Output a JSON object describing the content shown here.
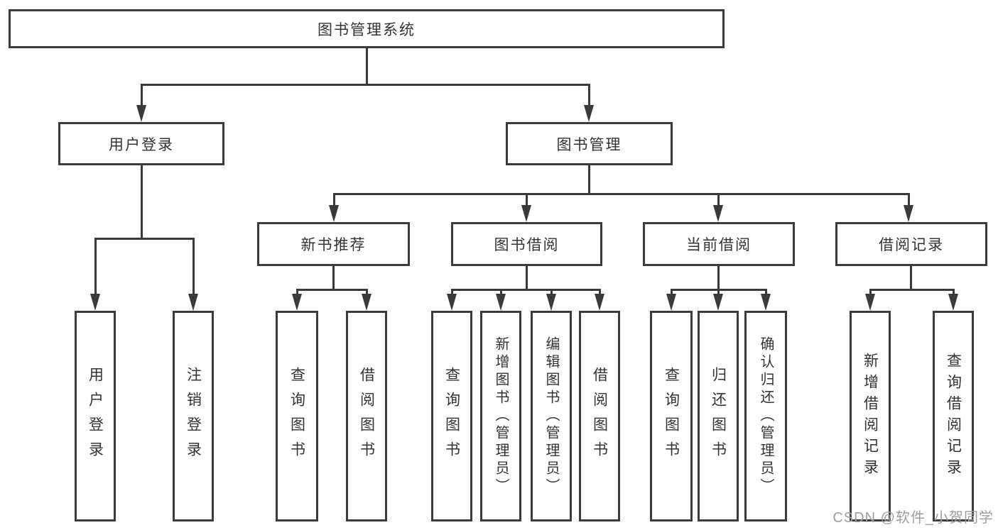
{
  "diagram": {
    "type": "tree",
    "root": {
      "label": "图书管理系统"
    },
    "level2": [
      {
        "id": "user-login",
        "label": "用户登录",
        "parent": "图书管理系统"
      },
      {
        "id": "book-management",
        "label": "图书管理",
        "parent": "图书管理系统"
      }
    ],
    "level3": [
      {
        "id": "new-book-recommend",
        "label": "新书推荐",
        "parent": "图书管理"
      },
      {
        "id": "book-borrow",
        "label": "图书借阅",
        "parent": "图书管理"
      },
      {
        "id": "current-borrow",
        "label": "当前借阅",
        "parent": "图书管理"
      },
      {
        "id": "borrow-records",
        "label": "借阅记录",
        "parent": "图书管理"
      }
    ],
    "leaves": [
      {
        "label": "用户登录",
        "parent": "用户登录"
      },
      {
        "label": "注销登录",
        "parent": "用户登录"
      },
      {
        "label": "查询图书",
        "parent": "新书推荐"
      },
      {
        "label": "借阅图书",
        "parent": "新书推荐"
      },
      {
        "label": "查询图书",
        "parent": "图书借阅"
      },
      {
        "label": "新增图书（管理员）",
        "parent": "图书借阅"
      },
      {
        "label": "编辑图书（管理员）",
        "parent": "图书借阅"
      },
      {
        "label": "借阅图书",
        "parent": "图书借阅"
      },
      {
        "label": "查询图书",
        "parent": "当前借阅"
      },
      {
        "label": "归还图书",
        "parent": "当前借阅"
      },
      {
        "label": "确认归还（管理员）",
        "parent": "当前借阅"
      },
      {
        "label": "新增借阅记录",
        "parent": "借阅记录"
      },
      {
        "label": "查询借阅记录",
        "parent": "借阅记录"
      }
    ],
    "colors": {
      "line": "#3a3a3a",
      "box_border": "#3c3c3c",
      "box_fill": "#ffffff",
      "text": "#333333",
      "watermark": "#9e9e9e"
    }
  },
  "watermark": {
    "text": "CSDN @软件_小贺同学"
  }
}
